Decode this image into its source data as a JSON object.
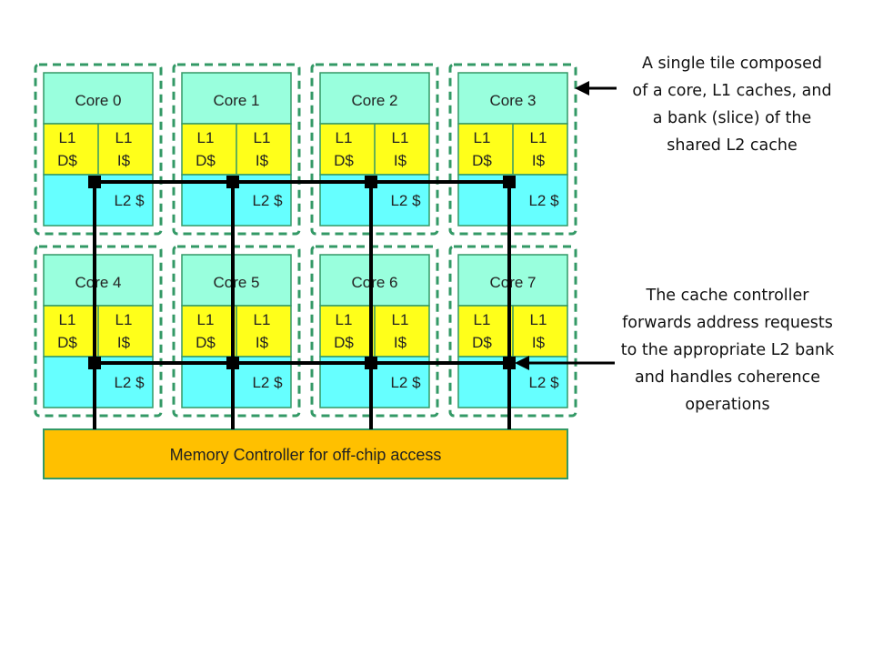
{
  "colors": {
    "core_fill": "#99ffdd",
    "l1_fill": "#ffff1a",
    "l2_fill": "#66ffff",
    "box_stroke": "#339966",
    "tile_dash": "#339966",
    "wire": "#000000",
    "memory_fill": "#ffc000"
  },
  "tiles": [
    {
      "core": "Core 0",
      "l1d": [
        "L1",
        "D$"
      ],
      "l1i": [
        "L1",
        "I$"
      ],
      "l2": "L2 $"
    },
    {
      "core": "Core 1",
      "l1d": [
        "L1",
        "D$"
      ],
      "l1i": [
        "L1",
        "I$"
      ],
      "l2": "L2 $"
    },
    {
      "core": "Core 2",
      "l1d": [
        "L1",
        "D$"
      ],
      "l1i": [
        "L1",
        "I$"
      ],
      "l2": "L2 $"
    },
    {
      "core": "Core 3",
      "l1d": [
        "L1",
        "D$"
      ],
      "l1i": [
        "L1",
        "I$"
      ],
      "l2": "L2 $"
    },
    {
      "core": "Core 4",
      "l1d": [
        "L1",
        "D$"
      ],
      "l1i": [
        "L1",
        "I$"
      ],
      "l2": "L2 $"
    },
    {
      "core": "Core 5",
      "l1d": [
        "L1",
        "D$"
      ],
      "l1i": [
        "L1",
        "I$"
      ],
      "l2": "L2 $"
    },
    {
      "core": "Core 6",
      "l1d": [
        "L1",
        "D$"
      ],
      "l1i": [
        "L1",
        "I$"
      ],
      "l2": "L2 $"
    },
    {
      "core": "Core 7",
      "l1d": [
        "L1",
        "D$"
      ],
      "l1i": [
        "L1",
        "I$"
      ],
      "l2": "L2 $"
    }
  ],
  "memory_controller": "Memory Controller for off-chip access",
  "annotations": {
    "tile": [
      "A single tile composed",
      "of a core, L1 caches, and",
      "a bank (slice) of the",
      "shared L2 cache"
    ],
    "controller": [
      "The cache controller",
      "forwards address requests",
      "to the appropriate L2 bank",
      "and handles coherence",
      "operations"
    ]
  }
}
